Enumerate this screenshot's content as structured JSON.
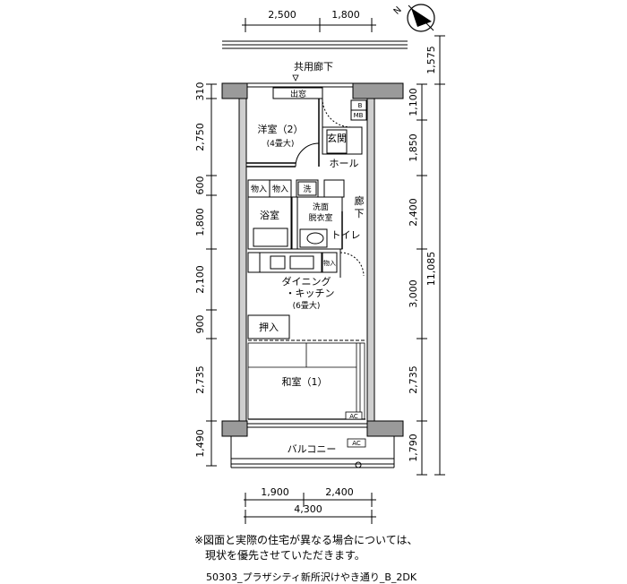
{
  "top_dims": [
    "2,500",
    "1,800"
  ],
  "corridor_label": "共用廊下",
  "left_dims": [
    "310",
    "2,750",
    "600",
    "1,800",
    "2,100",
    "900",
    "2,735",
    "1,490"
  ],
  "right_inner_dims": [
    "1,100",
    "1,850",
    "2,400",
    "3,000",
    "2,735",
    "1,790"
  ],
  "right_outer_dims": [
    "1,575",
    "11,085"
  ],
  "bottom_dims": [
    "1,900",
    "2,400"
  ],
  "bottom_total": "4,300",
  "rooms": {
    "demado": "出窓",
    "mb": "MB",
    "b": "B",
    "youshitsu": "洋室（2）",
    "youshitsu_size": "(4畳大)",
    "genkan": "玄関",
    "hall": "ホール",
    "monoire1": "物入",
    "monoire2": "物入",
    "sen": "洗",
    "rouka": "廊下",
    "yokushitsu": "浴室",
    "senmen_1": "洗面",
    "senmen_2": "脱衣室",
    "toilet": "トイレ",
    "monoire3": "物入",
    "dk_1": "ダイニング",
    "dk_2": "・キッチン",
    "dk_size": "(6畳大)",
    "oshiire": "押入",
    "washitsu": "和室（1）",
    "ac1": "AC",
    "ac2": "AC",
    "balcony": "バルコニー"
  },
  "note_line1": "※図面と実際の住宅が異なる場合については、",
  "note_line2": "現状を優先させていただきます。",
  "caption": "50303_プラザシティ新所沢けやき通り_B_2DK",
  "compass_label": "N"
}
